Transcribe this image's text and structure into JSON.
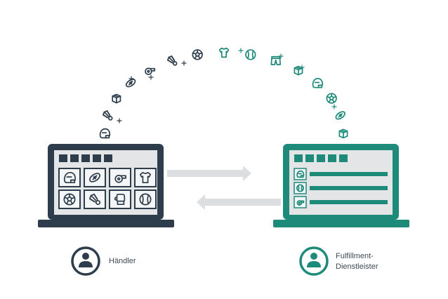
{
  "colors": {
    "dark": "#2d3d4b",
    "teal": "#1d8a7a",
    "screen": "#e3e5e7",
    "arrow": "#dcdedf",
    "cell": "#f5f6f7"
  },
  "merchant": {
    "label": "Händler",
    "grid_icons": [
      "helmet-icon",
      "football-icon",
      "whistle-icon",
      "jersey-icon",
      "soccer-ball-icon",
      "shuttlecock-icon",
      "boxing-glove-icon",
      "baseball-icon"
    ]
  },
  "fulfillment": {
    "label_line1": "Fulfillment-",
    "label_line2": "Dienstleister",
    "list_icons": [
      "helmet-icon",
      "baseball-icon",
      "whistle-icon"
    ]
  },
  "arc_icons": [
    "helmet-icon",
    "shuttlecock-icon",
    "package-icon",
    "football-icon",
    "whistle-icon",
    "shuttlecock-icon",
    "soccer-ball-icon",
    "jersey-icon",
    "baseball-icon",
    "shorts-icon",
    "package-icon",
    "helmet-icon",
    "soccer-ball-icon",
    "football-icon",
    "package-icon"
  ]
}
